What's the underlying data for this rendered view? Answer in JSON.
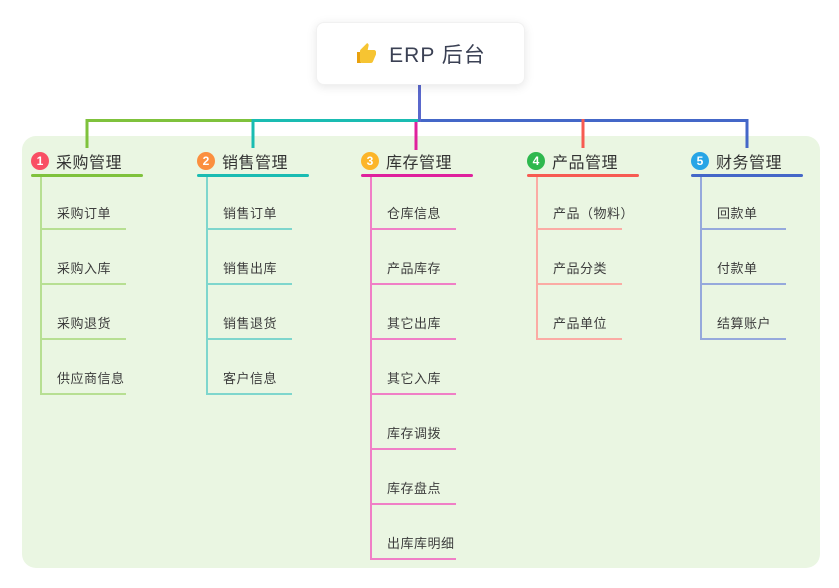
{
  "root": {
    "icon": "thumbs-up-icon",
    "label": "ERP 后台",
    "connector_color": "#5a68cc"
  },
  "panel_color": "#eaf6e2",
  "branches": [
    {
      "index": "1",
      "label": "采购管理",
      "badge_color": "#f94f64",
      "line_color": "#7fc23c",
      "child_line_color": "#b7df92",
      "children": [
        "采购订单",
        "采购入库",
        "采购退货",
        "供应商信息"
      ]
    },
    {
      "index": "2",
      "label": "销售管理",
      "badge_color": "#fb8f3f",
      "line_color": "#1abcb2",
      "child_line_color": "#7ed6cd",
      "children": [
        "销售订单",
        "销售出库",
        "销售退货",
        "客户信息"
      ]
    },
    {
      "index": "3",
      "label": "库存管理",
      "badge_color": "#fcb529",
      "line_color": "#df219d",
      "child_line_color": "#f07fc6",
      "children": [
        "仓库信息",
        "产品库存",
        "其它出库",
        "其它入库",
        "库存调拨",
        "库存盘点",
        "出库库明细"
      ]
    },
    {
      "index": "4",
      "label": "产品管理",
      "badge_color": "#2eb84e",
      "line_color": "#f75b52",
      "child_line_color": "#fbaba4",
      "children": [
        "产品（物料）",
        "产品分类",
        "产品单位"
      ]
    },
    {
      "index": "5",
      "label": "财务管理",
      "badge_color": "#27a5e6",
      "line_color": "#4467c8",
      "child_line_color": "#96a9dc",
      "children": [
        "回款单",
        "付款单",
        "结算账户"
      ]
    }
  ]
}
